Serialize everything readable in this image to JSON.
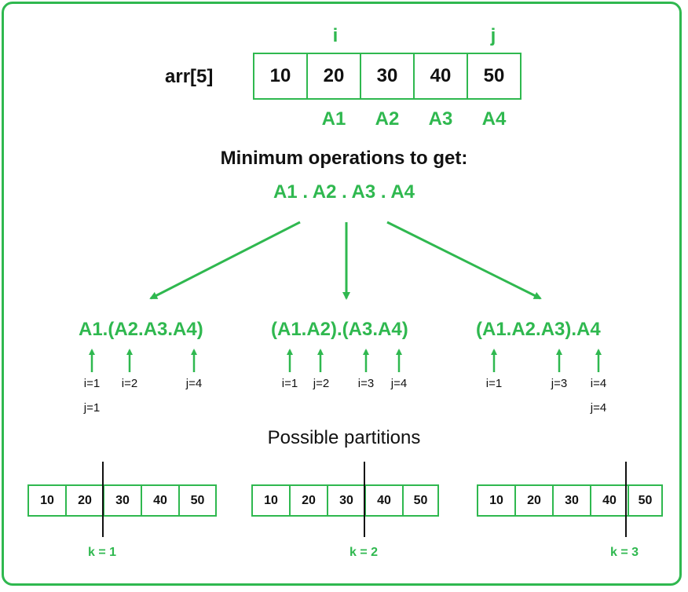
{
  "colors": {
    "accent": "#2fb84f",
    "text": "#111111",
    "divider": "#111111"
  },
  "top": {
    "array_label": "arr[5]",
    "values": [
      "10",
      "20",
      "30",
      "40",
      "50"
    ],
    "pointer_i": "i",
    "pointer_j": "j",
    "matrix_labels": [
      "A1",
      "A2",
      "A3",
      "A4"
    ]
  },
  "heading": "Minimum operations to get:",
  "chain": "A1 . A2 . A3 . A4",
  "splits": [
    {
      "expr": "A1.(A2.A3.A4)",
      "row1": [
        "i=1",
        "i=2",
        "j=4"
      ],
      "row2": [
        "j=1"
      ]
    },
    {
      "expr": "(A1.A2).(A3.A4)",
      "row1": [
        "i=1",
        "j=2",
        "i=3",
        "j=4"
      ]
    },
    {
      "expr": "(A1.A2.A3).A4",
      "row1": [
        "i=1",
        "j=3",
        "i=4"
      ],
      "row2": [
        "j=4"
      ]
    }
  ],
  "partitions_title": "Possible partitions",
  "partitions": [
    {
      "values": [
        "10",
        "20",
        "30",
        "40",
        "50"
      ],
      "k_label": "k = 1"
    },
    {
      "values": [
        "10",
        "20",
        "30",
        "40",
        "50"
      ],
      "k_label": "k = 2"
    },
    {
      "values": [
        "10",
        "20",
        "30",
        "40",
        "50"
      ],
      "k_label": "k = 3"
    }
  ]
}
